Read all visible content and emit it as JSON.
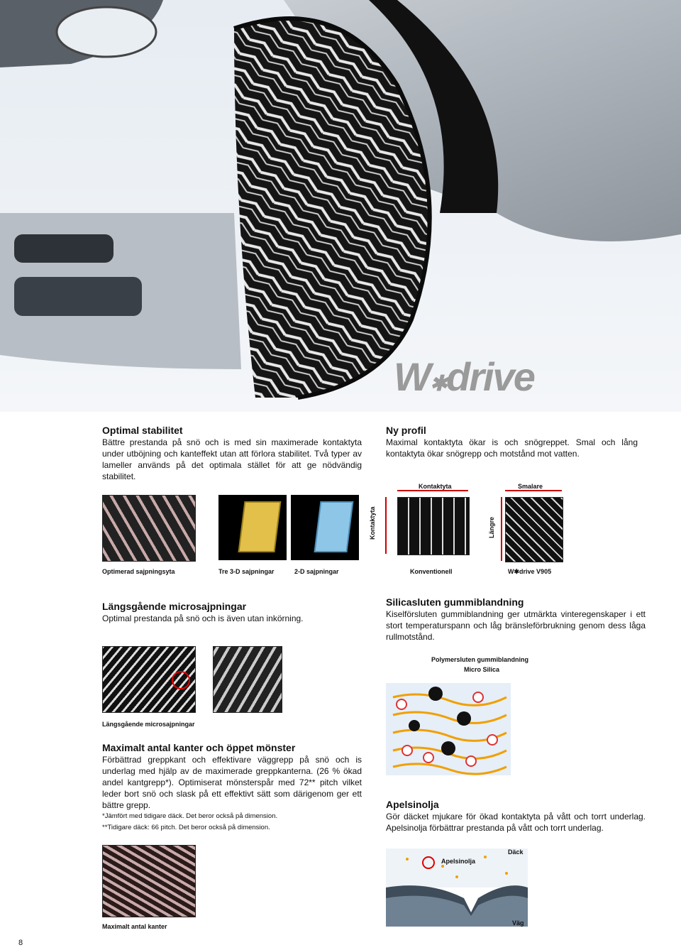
{
  "brand": {
    "logo_text": "W",
    "logo_suffix": "drive"
  },
  "sections": {
    "stability": {
      "title": "Optimal stabilitet",
      "body": "Bättre prestanda på snö och is med sin maximerade kontaktyta under utböjning och kanteffekt utan att förlora stabilitet. Två typer av lameller används på det optimala stället för att ge nödvändig stabilitet."
    },
    "profile": {
      "title": "Ny profil",
      "body": "Maximal kontaktyta ökar is och snögreppet. Smal och lång kontaktyta ökar snögrepp och motstånd mot vatten."
    },
    "microsipes": {
      "title": "Längsgående microsajpningar",
      "body": "Optimal prestanda på snö och is även utan inkörning."
    },
    "silica": {
      "title": "Silicasluten gummiblandning",
      "body": "Kiselförsluten gummiblandning ger utmärkta vinteregenskaper i ett stort temperaturspann och låg bränsleförbrukning genom dess låga rullmotstånd."
    },
    "edges": {
      "title": "Maximalt antal kanter och öppet mönster",
      "body": "Förbättrad greppkant och effektivare väggrepp på snö och is underlag med hjälp av de maximerade greppkanterna. (26 % ökad andel kantgrepp*). Optimiserat mönsterspår med 72** pitch vilket leder bort snö och slask på ett effektivt sätt som därigenom ger ett bättre grepp.",
      "footnote1": "*Jämfört med tidigare däck. Det beror också på dimension.",
      "footnote2": "**Tidigare däck: 66 pitch. Det beror också på dimension."
    },
    "orange_oil": {
      "title": "Apelsinolja",
      "body": "Gör däcket mjukare för ökad kontaktyta på vått och torrt underlag. Apelsinolja förbättrar prestanda på vått och torrt underlag."
    }
  },
  "captions": {
    "sipe_surface": "Optimerad sajpningsyta",
    "sipe_3d": "Tre 3-D sajpningar",
    "sipe_2d": "2-D sajpningar",
    "conventional": "Konventionell",
    "wdrive": "drive V905",
    "wdrive_prefix": "W",
    "contact_top": "Kontaktyta",
    "narrower": "Smalare",
    "contact_side": "Kontaktyta",
    "longer": "Längre",
    "micro_caption": "Längsgående microsajpningar",
    "polymer": "Polymersluten gummiblandning",
    "micro_silica": "Micro Silica",
    "edges_caption": "Maximalt antal kanter",
    "oil_label": "Apelsinolja",
    "tire_label": "Däck",
    "road_label": "Väg"
  },
  "page_number": "8"
}
